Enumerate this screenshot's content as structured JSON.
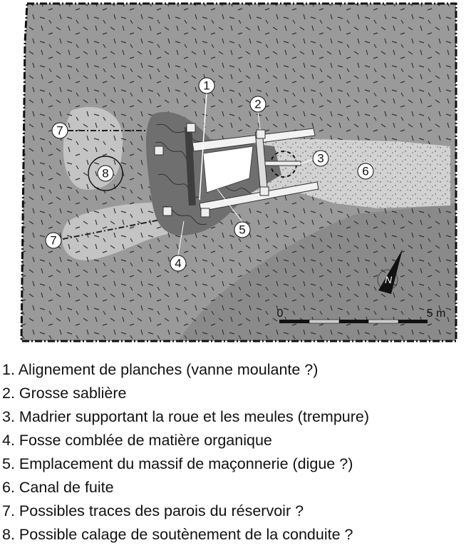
{
  "map": {
    "callouts": [
      "1",
      "2",
      "3",
      "4",
      "5",
      "6",
      "7",
      "7",
      "8"
    ],
    "scale": {
      "start": "0",
      "end": "5 m"
    },
    "north": "N"
  },
  "legend": [
    "1. Alignement de planches (vanne moulante ?)",
    "2. Grosse sablière",
    "3. Madrier supportant la roue et les meules (trempure)",
    "4. Fosse comblée de matière organique",
    "5. Emplacement du massif de maçonnerie (digue ?)",
    "6. Canal de fuite",
    "7. Possibles traces des parois du réservoir ?",
    "8. Possible calage de soutènement de la conduite ?"
  ],
  "colors": {
    "ground": "#8f8f8f",
    "ground_dark": "#858585",
    "fill_light": "#c8c8c8",
    "pit": "#6e6e6e",
    "canal": "#cfcfcf"
  }
}
